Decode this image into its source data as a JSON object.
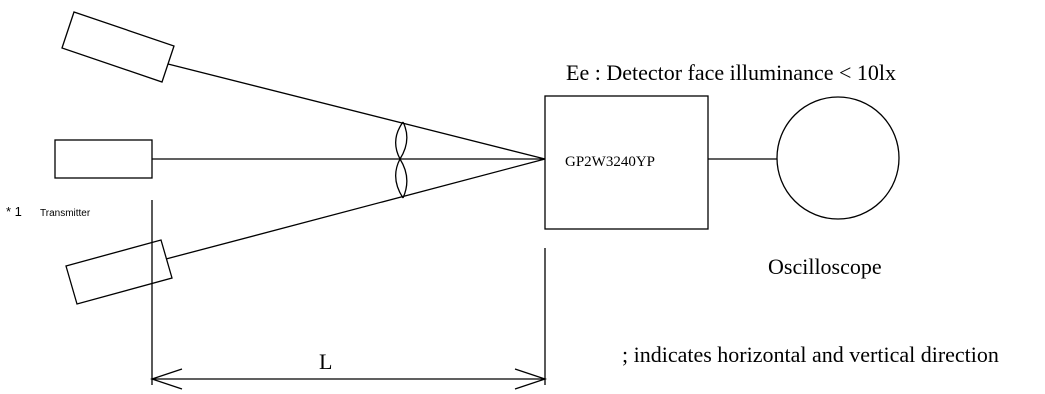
{
  "labels": {
    "illuminance_note": "Ee : Detector face illuminance < 10lx",
    "detector_model": "GP2W3240YP",
    "oscilloscope": "Oscilloscope",
    "transmitter": "Transmitter",
    "transmitter_marker": "* 1",
    "distance": "L",
    "direction_note": "; indicates horizontal and vertical direction"
  }
}
